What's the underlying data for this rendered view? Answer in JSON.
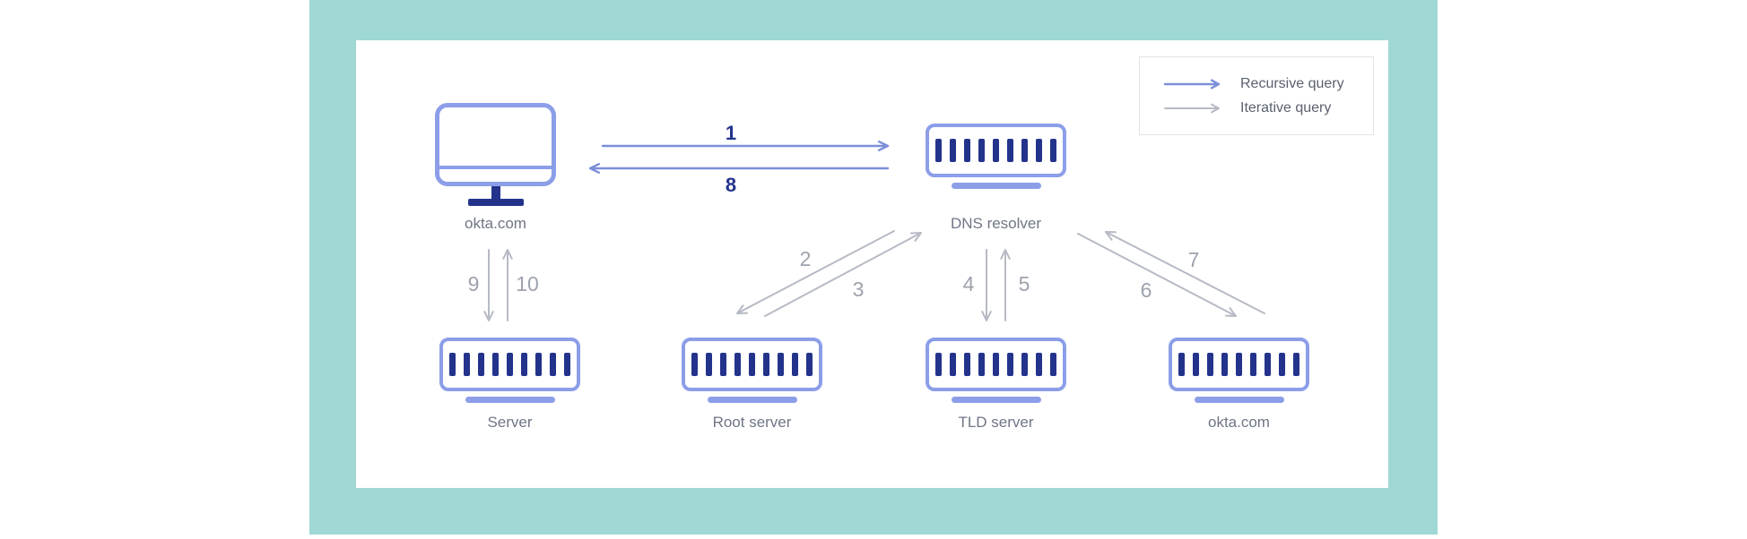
{
  "legend": {
    "items": [
      {
        "label": "Recursive query",
        "type": "recursive"
      },
      {
        "label": "Iterative query",
        "type": "iterative"
      }
    ]
  },
  "nodes": {
    "client": {
      "label": "okta.com"
    },
    "resolver": {
      "label": "DNS resolver"
    },
    "servers": [
      {
        "label": "Server"
      },
      {
        "label": "Root server"
      },
      {
        "label": "TLD server"
      },
      {
        "label": "okta.com"
      }
    ]
  },
  "arrows": [
    {
      "number": "1",
      "type": "recursive",
      "from": "okta.com client",
      "to": "DNS resolver"
    },
    {
      "number": "2",
      "type": "iterative",
      "from": "DNS resolver",
      "to": "Root server"
    },
    {
      "number": "3",
      "type": "iterative",
      "from": "Root server",
      "to": "DNS resolver"
    },
    {
      "number": "4",
      "type": "iterative",
      "from": "DNS resolver",
      "to": "TLD server"
    },
    {
      "number": "5",
      "type": "iterative",
      "from": "TLD server",
      "to": "DNS resolver"
    },
    {
      "number": "6",
      "type": "iterative",
      "from": "DNS resolver",
      "to": "okta.com server"
    },
    {
      "number": "7",
      "type": "iterative",
      "from": "okta.com server",
      "to": "DNS resolver"
    },
    {
      "number": "8",
      "type": "recursive",
      "from": "DNS resolver",
      "to": "okta.com client"
    },
    {
      "number": "9",
      "type": "iterative",
      "from": "okta.com client",
      "to": "Server"
    },
    {
      "number": "10",
      "type": "iterative",
      "from": "Server",
      "to": "okta.com client"
    }
  ],
  "colors": {
    "background_teal": "#9FD8D4",
    "panel_white": "#FFFFFF",
    "icon_outline": "#8C9EE8",
    "icon_navy": "#23338C",
    "recursive_arrow": "#7B8FD9",
    "iterative_arrow": "#B6BAC4",
    "recursive_number": "#23338C",
    "iterative_number": "#9DA2AD",
    "node_label": "#6F7585",
    "legend_text": "#5A6170",
    "legend_border": "#E1E3E8"
  }
}
